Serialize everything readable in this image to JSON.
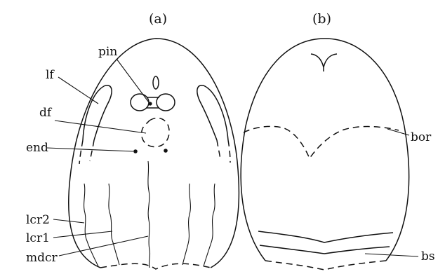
{
  "panels": {
    "a": {
      "caption": "(a)",
      "labels": {
        "pin": "pin",
        "lf": "lf",
        "df": "df",
        "end": "end",
        "lcr2": "lcr2",
        "lcr1": "lcr1",
        "mdcr": "mdcr"
      }
    },
    "b": {
      "caption": "(b)",
      "labels": {
        "bor": "bor",
        "bs": "bs"
      }
    }
  }
}
